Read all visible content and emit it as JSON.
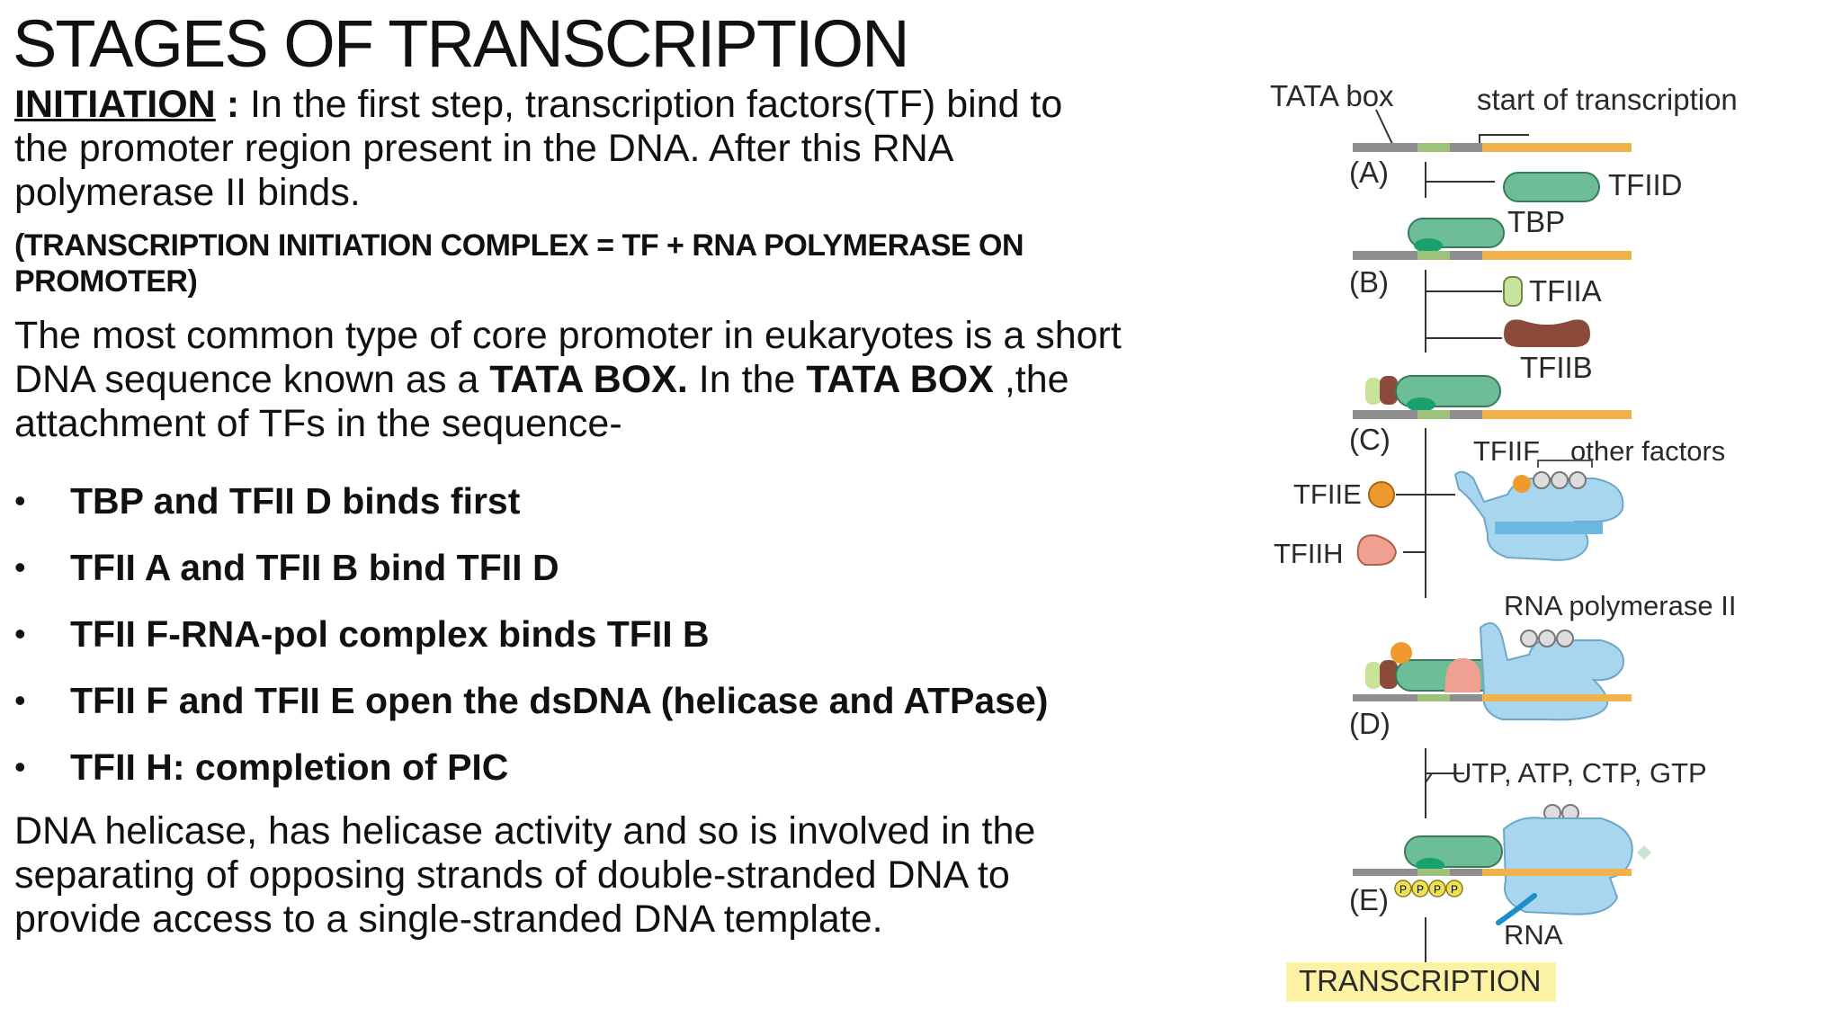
{
  "title": "STAGES OF TRANSCRIPTION",
  "initiation": {
    "heading": "INITIATION",
    "colon": ":",
    "text_line1": " In the first step, transcription factors(TF) bind to",
    "text_line2": "the promoter region present in the DNA. After this RNA",
    "text_line3": "polymerase II binds."
  },
  "complex_note": {
    "line1": "(TRANSCRIPTION INITIATION COMPLEX = TF + RNA POLYMERASE ON",
    "line2": "PROMOTER)"
  },
  "tata_para": {
    "line1": "The most common type of core promoter in eukaryotes is a short",
    "line2_a": "DNA sequence known as a ",
    "line2_b": "TATA BOX.",
    "line2_c": " In the ",
    "line2_d": "TATA BOX",
    "line2_e": " ,the",
    "line3": "attachment of TFs in the sequence-"
  },
  "bullet_symbol": "•",
  "bullets": [
    "TBP and TFII D binds first",
    "TFII A and TFII B bind TFII D",
    "TFII F-RNA-pol complex binds TFII B",
    "TFII F and TFII E open the dsDNA (helicase and ATPase)",
    "TFII H: completion of PIC"
  ],
  "helicase_para": {
    "line1": "DNA helicase, has helicase activity and so is involved in the",
    "line2": "separating of opposing strands of double-stranded DNA to",
    "line3": "provide access to a single-stranded DNA template."
  },
  "diagram": {
    "tata_box": "TATA box",
    "start": "start of transcription",
    "stage_a": "(A)",
    "stage_b": "(B)",
    "stage_c": "(C)",
    "stage_d": "(D)",
    "stage_e": "(E)",
    "tfiid": "TFIID",
    "tbp": "TBP",
    "tfiia": "TFIIA",
    "tfiib": "TFIIB",
    "tfiif": "TFIIF",
    "other": "other factors",
    "tfiie": "TFIIE",
    "tfiih": "TFIIH",
    "rnapol": "RNA polymerase II",
    "ntps": "UTP, ATP, CTP, GTP",
    "rna": "RNA",
    "transcription": "TRANSCRIPTION",
    "p_symbol": "P",
    "colors": {
      "dna_gray": "#8e8e8e",
      "tata_green": "#9dc37a",
      "dna_orange": "#f0b24a",
      "tfiid_green": "#6dbd98",
      "tbp_dark": "#19a06f",
      "tfiia": "#c8e49a",
      "tfiib": "#8b4a3a",
      "tfiie": "#ef9a2c",
      "tfiih": "#f0a090",
      "pol_blue": "#a9d6ef",
      "rna_blue": "#1d8ec8",
      "highlight": "#fbf3a3"
    }
  }
}
